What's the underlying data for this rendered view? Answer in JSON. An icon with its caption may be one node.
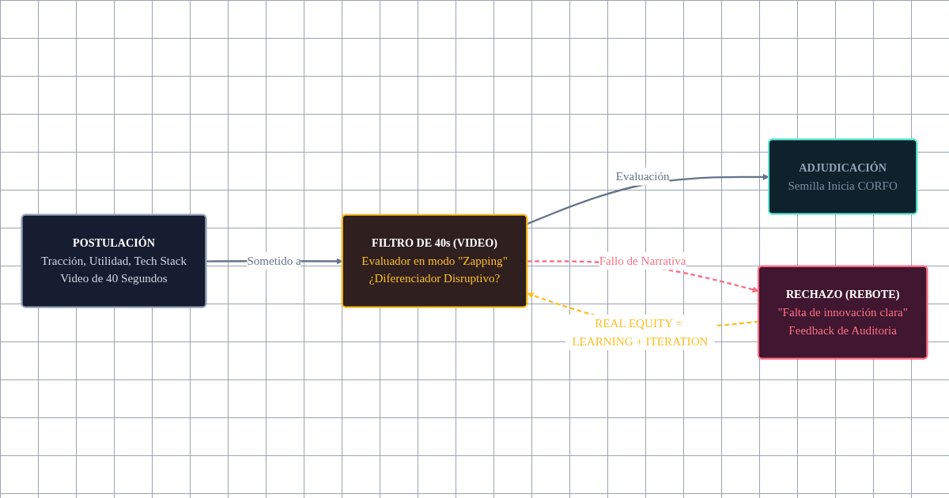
{
  "diagram": {
    "nodes": [
      {
        "text": [
          "POSTULACIÓN",
          "Tracción, Utilidad, Tech Stack",
          "Video de 40 Segundos"
        ]
      },
      {
        "text": [
          "FILTRO DE 40s (VIDEO)",
          "Evaluador en modo \"Zapping\"",
          "¿Diferenciador Disruptivo?"
        ]
      },
      {
        "text": [
          "ADJUDICACIÓN",
          "Semilla Inicia CORFO"
        ]
      },
      {
        "text": [
          "RECHAZO (REBOTE)",
          "\"Falta de innovación clara\"",
          "Feedback de Auditoria"
        ]
      }
    ],
    "edges": [
      {
        "from": 0,
        "to": 1,
        "arrow": "to",
        "label": "Sometido a"
      },
      {
        "from": 1,
        "to": 2,
        "arrow": "to",
        "label": "Evaluación"
      },
      {
        "from": 1,
        "to": 3,
        "arrow": "to",
        "label": "Fallo de Narrativa",
        "style": "dashed",
        "color": "#fb7185"
      },
      {
        "from": 3,
        "to": 1,
        "arrow": "to",
        "label": "REAL EQUITY = LEARNING + ITERATION",
        "style": "dashed",
        "color": "#fbbf24"
      }
    ]
  }
}
